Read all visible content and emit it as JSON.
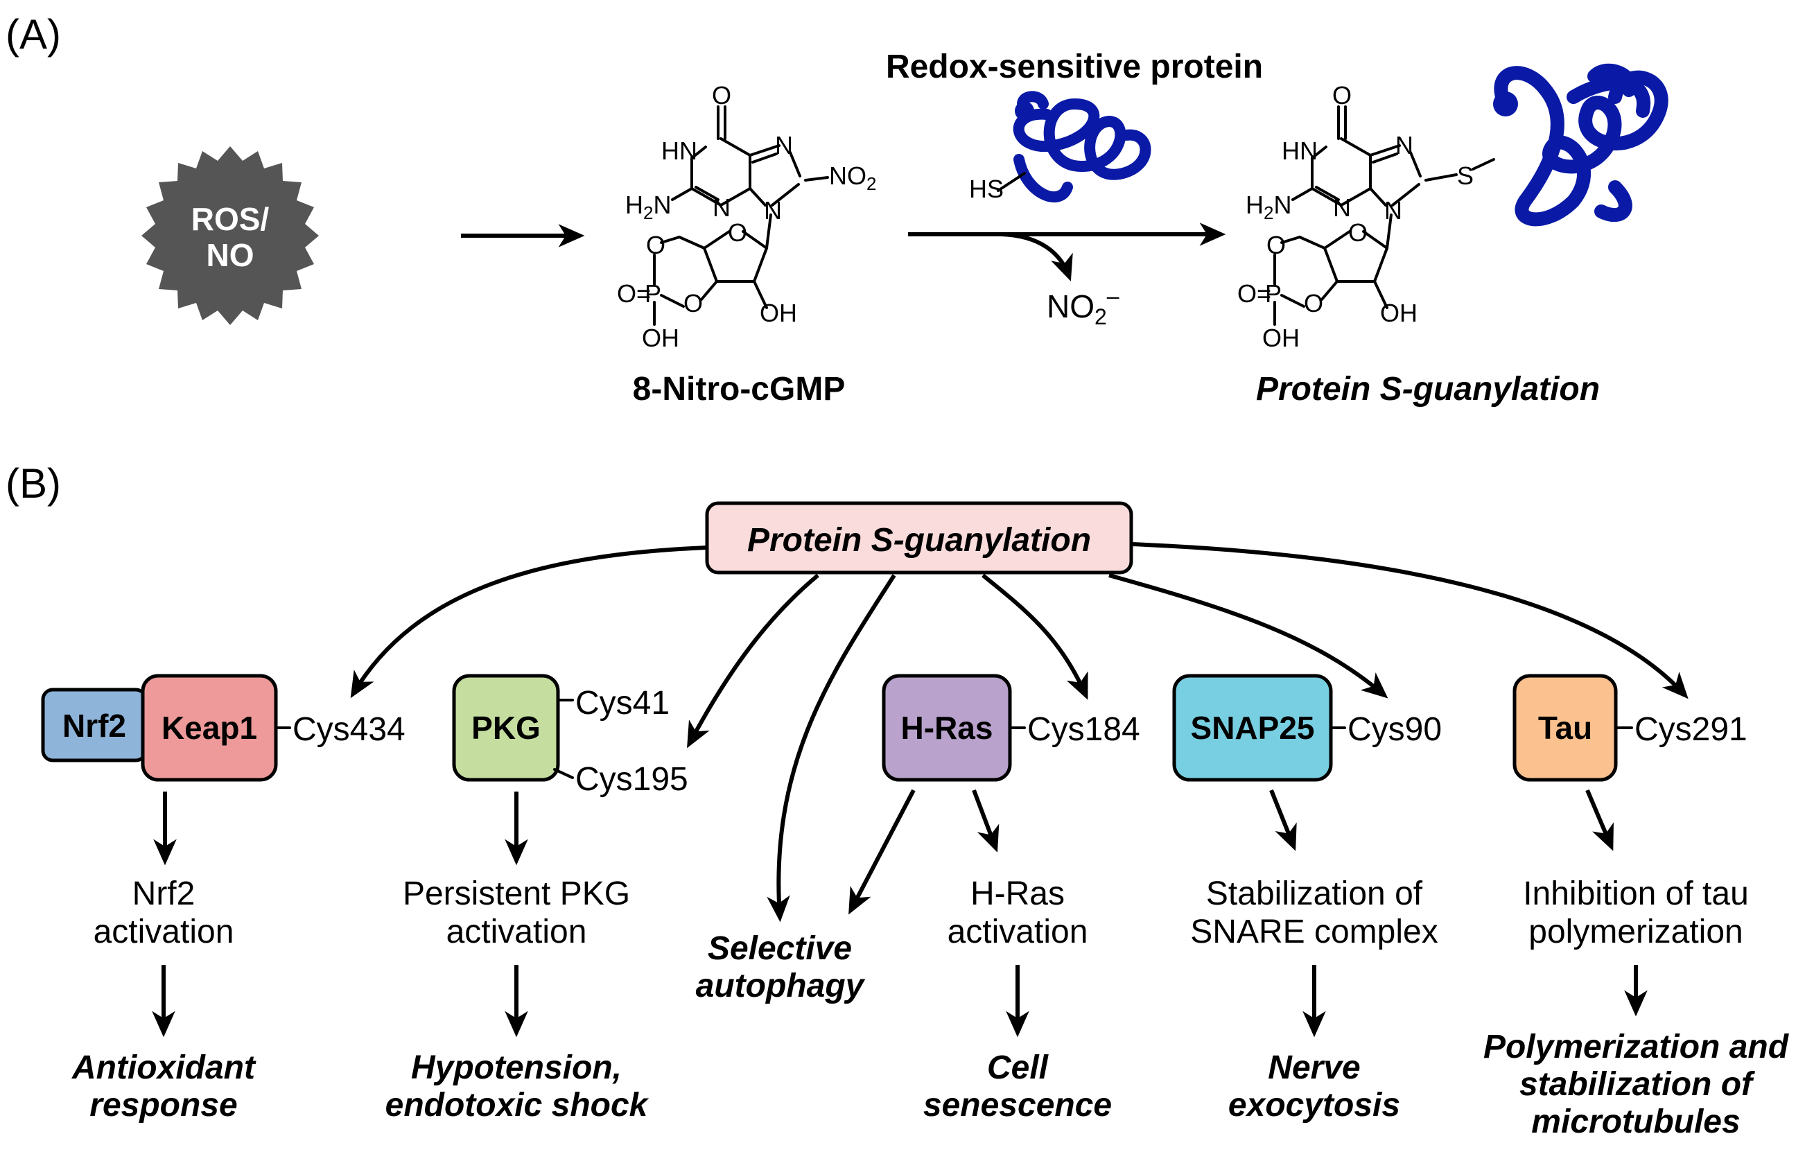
{
  "panel_labels": {
    "a": "(A)",
    "b": "(B)"
  },
  "panel_a": {
    "burst_label_1": "ROS/",
    "burst_label_2": "NO",
    "redox_title": "Redox-sensitive protein",
    "hs_label": "HS",
    "nitrite": "NO",
    "nitrite_sub": "2",
    "nitrite_charge": "–",
    "compound1_name": "8-Nitro-cGMP",
    "compound2_name": "Protein S-guanylation",
    "atoms": {
      "o": "O",
      "hn": "HN",
      "n": "N",
      "h2n": "H",
      "h2n_sub": "2",
      "h2n_n": "N",
      "no2": "NO",
      "no2_sub": "2",
      "s": "S",
      "oh": "OH",
      "p": "P",
      "o_eq": "O="
    },
    "colors": {
      "burst": "#555555",
      "protein": "#0a1aa6"
    }
  },
  "panel_b": {
    "center": "Protein S-guanylation",
    "proteins": {
      "nrf2": "Nrf2",
      "keap1": "Keap1",
      "pkg": "PKG",
      "hras": "H-Ras",
      "snap25": "SNAP25",
      "tau": "Tau"
    },
    "cys": {
      "keap1": "Cys434",
      "pkg_1": "Cys41",
      "pkg_2": "Cys195",
      "hras": "Cys184",
      "snap25": "Cys90",
      "tau": "Cys291"
    },
    "effects": {
      "nrf2_1": "Nrf2",
      "nrf2_2": "activation",
      "pkg_1": "Persistent PKG",
      "pkg_2": "activation",
      "hras_1": "H-Ras",
      "hras_2": "activation",
      "snap_1": "Stabilization of",
      "snap_2": "SNARE complex",
      "tau_1": "Inhibition of tau",
      "tau_2": "polymerization"
    },
    "outcomes": {
      "antiox_1": "Antioxidant",
      "antiox_2": "response",
      "hypo_1": "Hypotension,",
      "hypo_2": "endotoxic shock",
      "auto_1": "Selective",
      "auto_2": "autophagy",
      "sen_1": "Cell",
      "sen_2": "senescence",
      "nerve_1": "Nerve",
      "nerve_2": "exocytosis",
      "poly_1": "Polymerization and",
      "poly_2": "stabilization of",
      "poly_3": "microtubules"
    },
    "colors": {
      "center": "#fadcdc",
      "nrf2": "#8fb4d9",
      "keap1": "#ef9a9a",
      "pkg": "#c5dea0",
      "hras": "#b9a3cc",
      "snap25": "#78cfe2",
      "tau": "#fbc28f"
    }
  }
}
